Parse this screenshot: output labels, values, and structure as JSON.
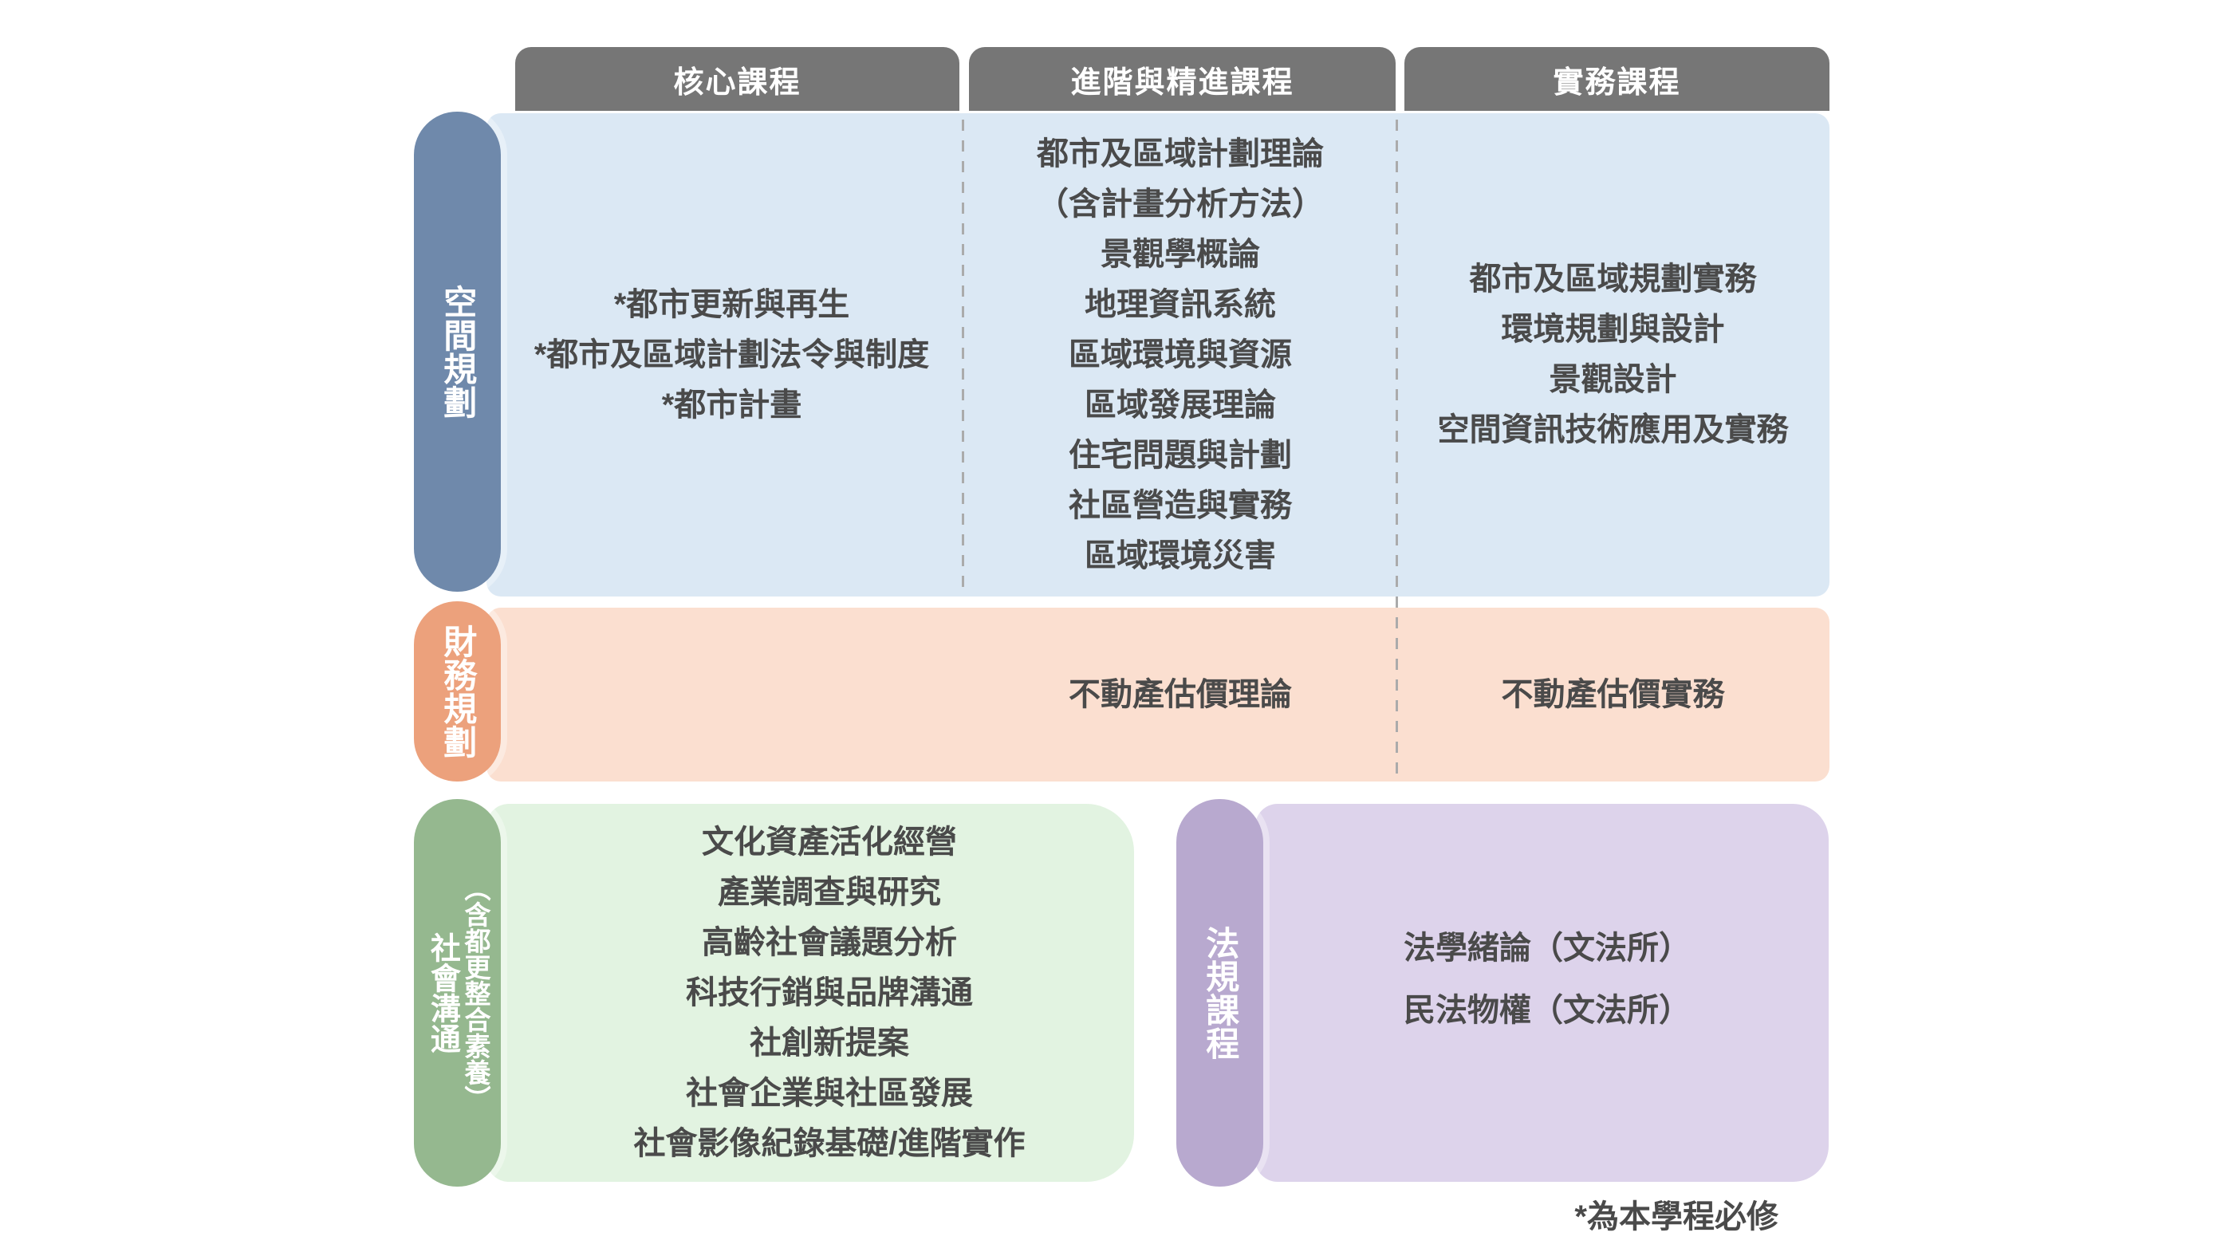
{
  "palette": {
    "header-bg": "#767676",
    "header-text": "#ffffff",
    "text": "#4a4a4a",
    "spatial-pill": "#6f89ab",
    "spatial-bg": "#dbe8f4",
    "financial-pill": "#eca17c",
    "financial-bg": "#fbdfd0",
    "social-pill": "#95b88f",
    "social-bg": "#e2f3e1",
    "legal-pill": "#b8a9cf",
    "legal-bg": "#ddd3eb",
    "divider": "#ababab"
  },
  "columns": [
    {
      "label": "核心課程"
    },
    {
      "label": "進階與精進課程"
    },
    {
      "label": "實務課程"
    }
  ],
  "rows": {
    "spatial": {
      "label": "空間規劃",
      "core": [
        "*都市更新與再生",
        "*都市及區域計劃法令與制度",
        "*都市計畫"
      ],
      "advanced": [
        "都市及區域計劃理論",
        "（含計畫分析方法）",
        "景觀學概論",
        "地理資訊系統",
        "區域環境與資源",
        "區域發展理論",
        "住宅問題與計劃",
        "社區營造與實務",
        "區域環境災害"
      ],
      "practical": [
        "都市及區域規劃實務",
        "環境規劃與設計",
        "景觀設計",
        "空間資訊技術應用及實務"
      ]
    },
    "financial": {
      "label": "財務規劃",
      "advanced": "不動產估價理論",
      "practical": "不動產估價實務"
    },
    "social": {
      "label_main": "社會溝通",
      "label_sub": "（含都更整合素養）",
      "courses": [
        "文化資產活化經營",
        "產業調查與研究",
        "高齡社會議題分析",
        "科技行銷與品牌溝通",
        "社創新提案",
        "社會企業與社區發展",
        "社會影像紀錄基礎/進階實作"
      ]
    },
    "legal": {
      "label": "法規課程",
      "courses": [
        "法學緒論（文法所）",
        "民法物權（文法所）"
      ]
    }
  },
  "footnote": "*為本學程必修"
}
